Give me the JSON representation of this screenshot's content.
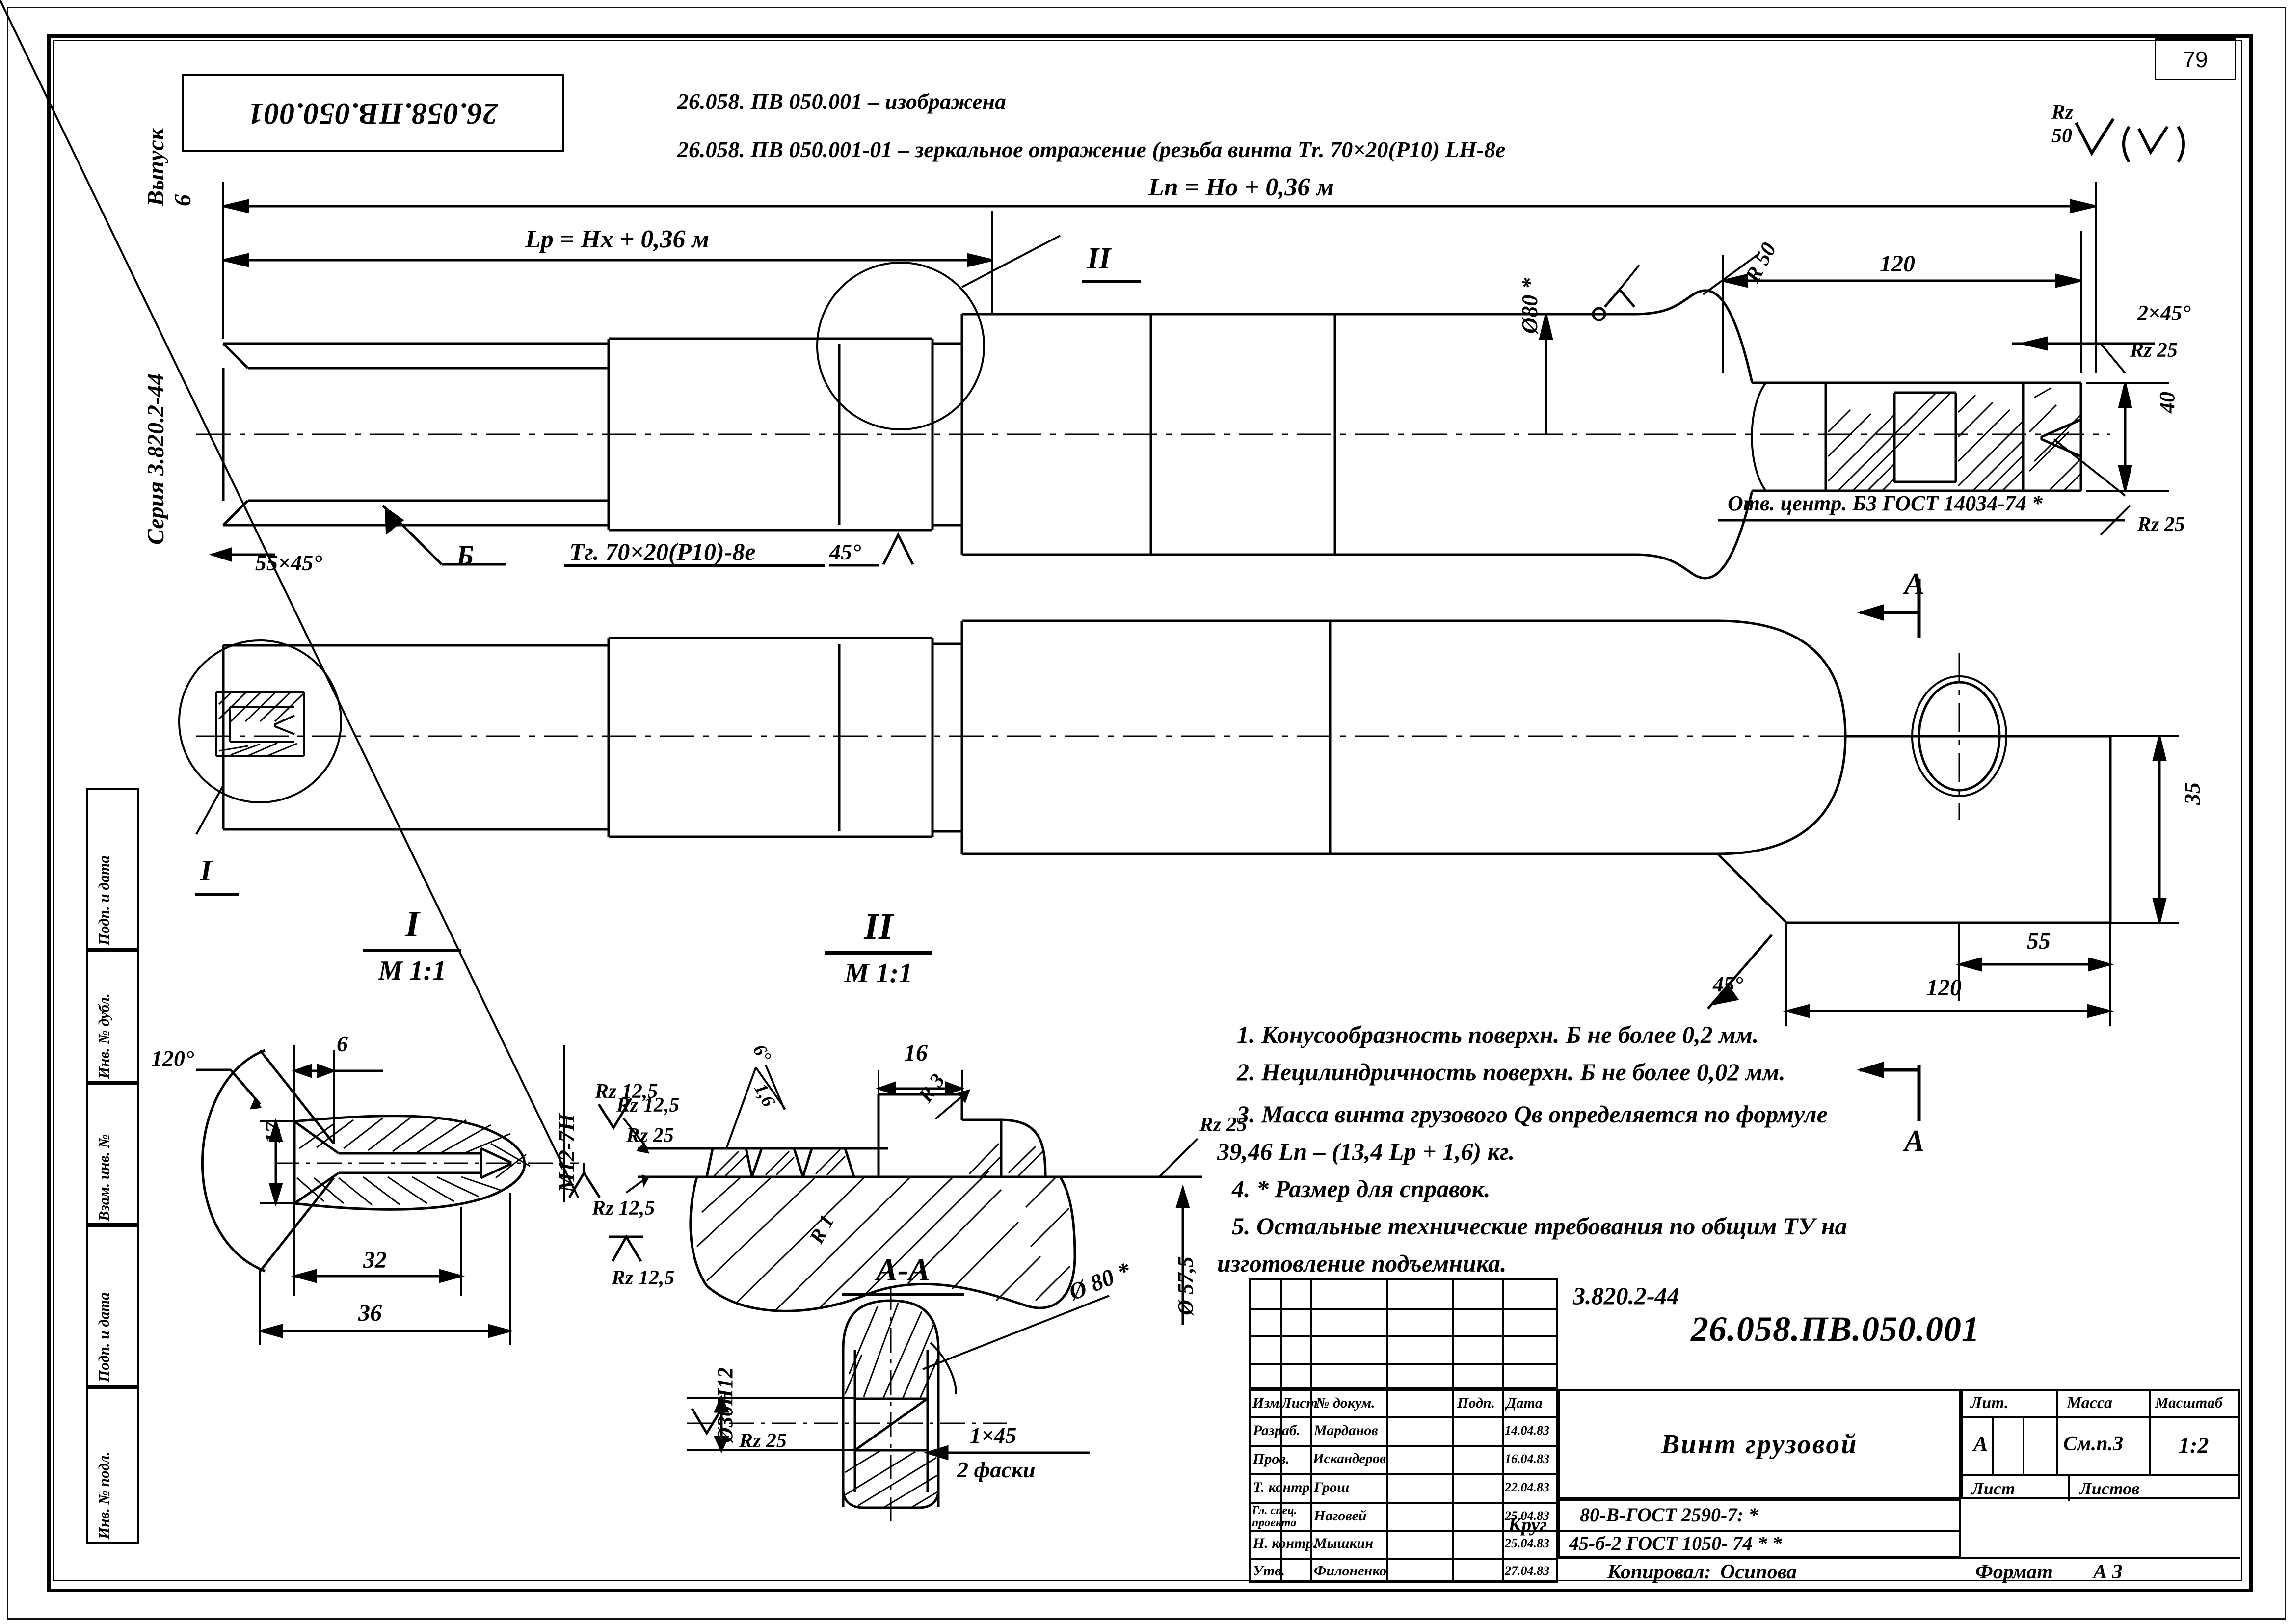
{
  "sheet": {
    "page_number": "79",
    "series_label": "Серия 3.820.2-44",
    "issue_label": "Выпуск 6",
    "top_left_code": "26.058.ПВ.050.001",
    "surface_finish_note": "Rz 50",
    "surface_finish_paren": "( )"
  },
  "header_notes": [
    "26.058. ПВ 050.001 – изображена",
    "26.058. ПВ 050.001-01 – зеркальное отражение (резьба винта Тr. 70×20(Р10) LH-8е"
  ],
  "side_stamps": [
    "Подп. и дата",
    "Инв. № дубл.",
    "Взам. инв. №",
    "Подп. и дата",
    "Инв. № подл."
  ],
  "main_view": {
    "dim_lp_total": "Lп = Но + 0,36 м",
    "dim_lr": "Lр = Нх + 0,36 м",
    "detail_mark_2": "II",
    "chamfer_left": "55×45°",
    "surface_b": "Б",
    "thread": "Тг. 70×20(Р10)-8е",
    "angle_45": "45°",
    "diameter_80": "Ø80 *",
    "radius_50": "R 50",
    "dim_120": "120",
    "chamfer_2x45": "2×45°",
    "rz25_top": "Rz 25",
    "dim_40": "40",
    "rz25_bottom": "Rz 25",
    "center_hole_note": "Отв. центр. Б3 ГОСТ 14034-74 *",
    "section_mark_a_top": "А"
  },
  "bottom_view": {
    "detail_mark_1": "I",
    "dim_35": "35",
    "dim_55": "55",
    "dim_120": "120",
    "angle_45": "45°",
    "section_mark_a_bottom": "А"
  },
  "detail_i": {
    "title": "I",
    "scale": "М 1:1",
    "angle_120": "120°",
    "dim_6": "6",
    "dim_17": "17",
    "dim_32": "32",
    "dim_36": "36",
    "thread_m12": "М12-7Н",
    "rz_12_5_right": "Rz 12,5",
    "rz_12_5_bottom": "Rz 12,5"
  },
  "detail_ii": {
    "title": "II",
    "scale": "М 1:1",
    "dim_16": "16",
    "radius_r3": "R 3",
    "radius_r1": "R 1",
    "angle_6": "6°",
    "angle_1_6": "1,6",
    "rz_12_5_a": "Rz 12,5",
    "rz_25_a": "Rz 25",
    "rz_25_b": "Rz 25",
    "rz_12_5_b": "Rz 12,5",
    "diameter_57_5": "Ø 57,5"
  },
  "section_aa": {
    "title": "А-А",
    "diameter_80": "Ø 80 *",
    "diameter_30h12": "Ø30Н12",
    "rz_25": "Rz 25",
    "chamfer": "1×45",
    "chamfer_count": "2 фаски"
  },
  "tech_requirements": {
    "items": [
      "1.  Конусообразность поверхн. Б не более   0,2 мм.",
      "2.  Нецилиндричность поверхн. Б  не более  0,02 мм.",
      "3.  Масса винта грузового Qв определяется по формуле",
      "39,46 Lп – (13,4 Lр + 1,6) кг.",
      "4. * Размер для  справок.",
      "5.  Остальные технические требования по общим ТУ на",
      "изготовление подъемника."
    ]
  },
  "title_block": {
    "series_code": "3.820.2-44",
    "drawing_code": "26.058.ПВ.050.001",
    "part_name": "Винт грузовой",
    "material_prefix": "Круг",
    "material_line_1": "80-В-ГОСТ 2590-7: *",
    "material_line_2": "45-б-2 ГОСТ 1050- 74 * *",
    "columns": [
      "Изм.",
      "Лист",
      "№ докум.",
      "Подп.",
      "Дата"
    ],
    "rows": [
      {
        "role": "Разраб.",
        "name": "Марданов",
        "date": "14.04.83"
      },
      {
        "role": "Пров.",
        "name": "Искандеров",
        "date": "16.04.83"
      },
      {
        "role": "Т. контр.",
        "name": "Грош",
        "date": "22.04.83"
      },
      {
        "role": "Гл. спец. проекта",
        "name": "Наговей",
        "date": "25.04.83"
      },
      {
        "role": "Н. контр.",
        "name": "Мышкин",
        "date": "25.04.83"
      },
      {
        "role": "Утв.",
        "name": "Филоненко",
        "date": "27.04.83"
      }
    ],
    "lit_header": "Лит.",
    "massa_header": "Масса",
    "masshtab_header": "Масштаб",
    "lit_value": "А",
    "massa_value": "См.п.3",
    "masshtab_value": "1:2",
    "list_header": "Лист",
    "listov_header": "Листов",
    "copied_by_label": "Копировал:",
    "copied_by_name": "Осипова",
    "format_label": "Формат",
    "format_value": "А 3"
  }
}
